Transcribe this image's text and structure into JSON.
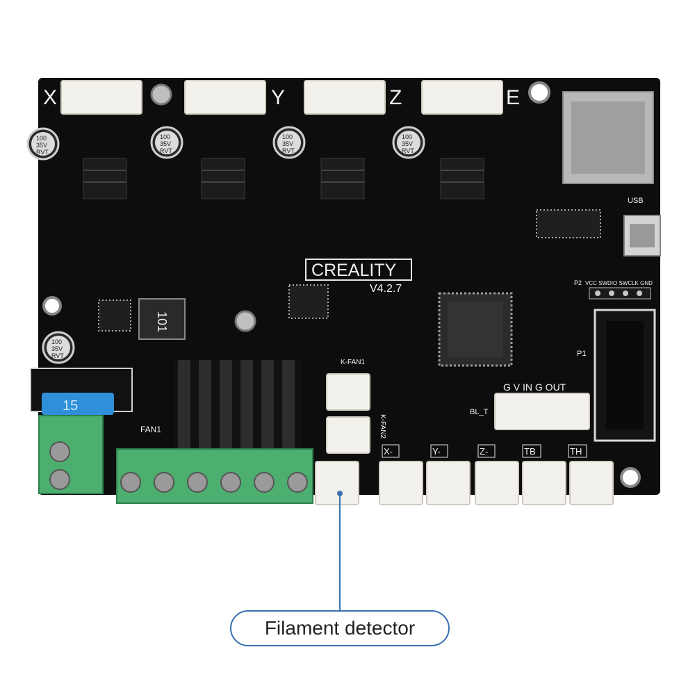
{
  "board": {
    "brand": "CREALITY",
    "version": "V4.2.7",
    "axis_labels": [
      "X",
      "Y",
      "Z",
      "E"
    ],
    "endstop_labels": [
      "X-",
      "Y-",
      "Z-",
      "TB",
      "TH"
    ],
    "fan_labels": [
      "K-FAN1",
      "K-FAN2",
      "FAN1"
    ],
    "header_labels": {
      "bl_touch": "BL_T",
      "bl_touch_pins": "G V IN G OUT",
      "swd": "VCC SWDIO SWCLK GND",
      "usb": "USB",
      "p1": "P1",
      "p2": "P2"
    },
    "capacitor_text": [
      "100",
      "35V",
      "RVT"
    ],
    "fuse_text": "15",
    "inductor_text": "101"
  },
  "callout": {
    "label": "Filament detector"
  },
  "colors": {
    "pcb": "#0d0d0d",
    "terminal": "#4cae6f",
    "fuse": "#2f8fd8",
    "callout_border": "#3a6fb0"
  }
}
